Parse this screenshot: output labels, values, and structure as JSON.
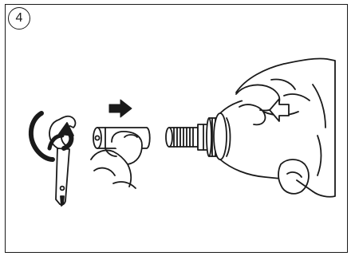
{
  "step": {
    "number": "4"
  },
  "illustration": {
    "parts": [
      "wrench-icon",
      "rotate-arrow-icon",
      "push-arrow-icon",
      "cap-in-fingers",
      "threaded-shaft",
      "hand-holding-body",
      "direction-arrow-icon"
    ],
    "line_color": "#1a1a1a",
    "fill_color": "#ffffff"
  }
}
